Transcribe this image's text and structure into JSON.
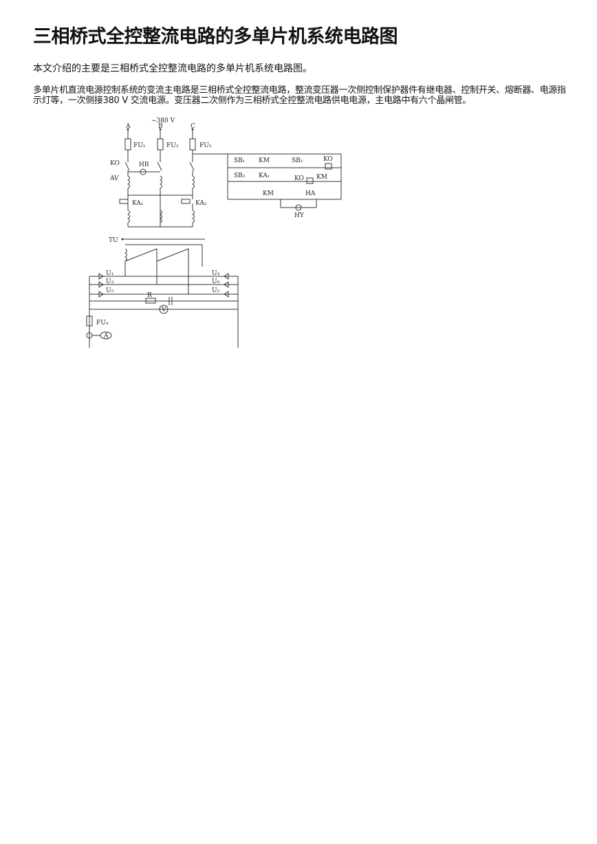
{
  "document": {
    "title": "三相桥式全控整流电路的多单片机系统电路图",
    "intro": "本文介绍的主要是三相桥式全控整流电路的多单片机系统电路图。",
    "body": "多单片机直流电源控制系统的变流主电路是三相桥式全控整流电路，整流变压器一次侧控制保护器件有继电器、控制开关、熔断器、电源指示灯等，一次侧接380 V 交流电源。变压器二次侧作为三相桥式全控整流电路供电电源，主电路中有六个晶闸管。"
  },
  "circuit_labels": {
    "voltage": "~380 V",
    "phase_a": "A",
    "phase_b": "B",
    "phase_c": "C",
    "fu1": "FU₁",
    "fu2": "FU₂",
    "fu3": "FU₃",
    "ko": "KO",
    "hr": "HR",
    "av": "AV",
    "ka1": "KA₁",
    "ka2": "KA₂",
    "tu": "TU",
    "sb1": "SB₁",
    "km_top": "KM",
    "sb2": "SB₂",
    "ko_coil": "KO",
    "sb3": "SB₃",
    "ka1_ctrl": "KA₁",
    "ko_ctrl": "KO",
    "km_coil": "KM",
    "km_mid": "KM",
    "ha": "HA",
    "hy": "HY",
    "u1": "U₁",
    "u3": "U₃",
    "u5": "U₅",
    "u4": "U₄",
    "u6": "U₆",
    "u2": "U₂",
    "r": "R",
    "v": "V",
    "fu4": "FU₄",
    "a": "A"
  }
}
